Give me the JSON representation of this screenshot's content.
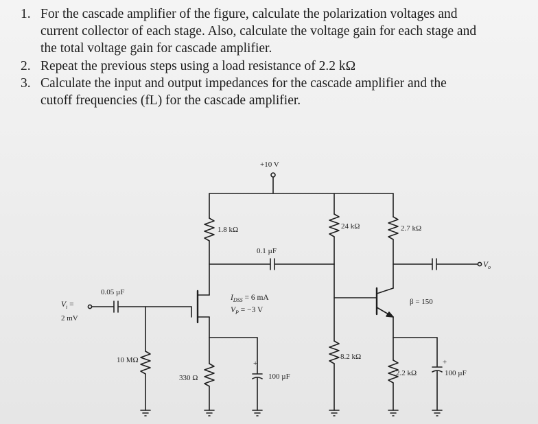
{
  "questions": [
    {
      "number": "1.",
      "lines": [
        "For the cascade amplifier of the figure, calculate the polarization voltages and",
        "current collector of each stage. Also, calculate the voltage gain for each stage and",
        "the total voltage gain for cascade amplifier."
      ]
    },
    {
      "number": "2.",
      "lines": [
        "Repeat the previous steps using a load resistance of 2.2 kΩ"
      ]
    },
    {
      "number": "3.",
      "lines": [
        "Calculate the input and output impedances for the cascade amplifier and the",
        "cutoff frequencies (fL) for the cascade amplifier."
      ]
    }
  ],
  "circuit": {
    "supply": "+10 V",
    "rd1": "1.8 kΩ",
    "r1": "24 kΩ",
    "rc": "2.7 kΩ",
    "c_couple": "0.1 µF",
    "c_in": "0.05 µF",
    "c_out_label": "V",
    "c_out_sub": "o",
    "vi_label": "V",
    "vi_sub": "i",
    "vi_eq": " =",
    "vi_value": "2 mV",
    "idss": "I",
    "idss_sub": "DSS",
    "idss_val": " = 6 mA",
    "vp": "V",
    "vp_sub": "P",
    "vp_val": " = −3 V",
    "beta": "β = 150",
    "rg": "10 MΩ",
    "rs": "330 Ω",
    "cs": "100 µF",
    "r2": "8.2 kΩ",
    "re": "2.2 kΩ",
    "ce": "100 µF",
    "plus": "+"
  }
}
